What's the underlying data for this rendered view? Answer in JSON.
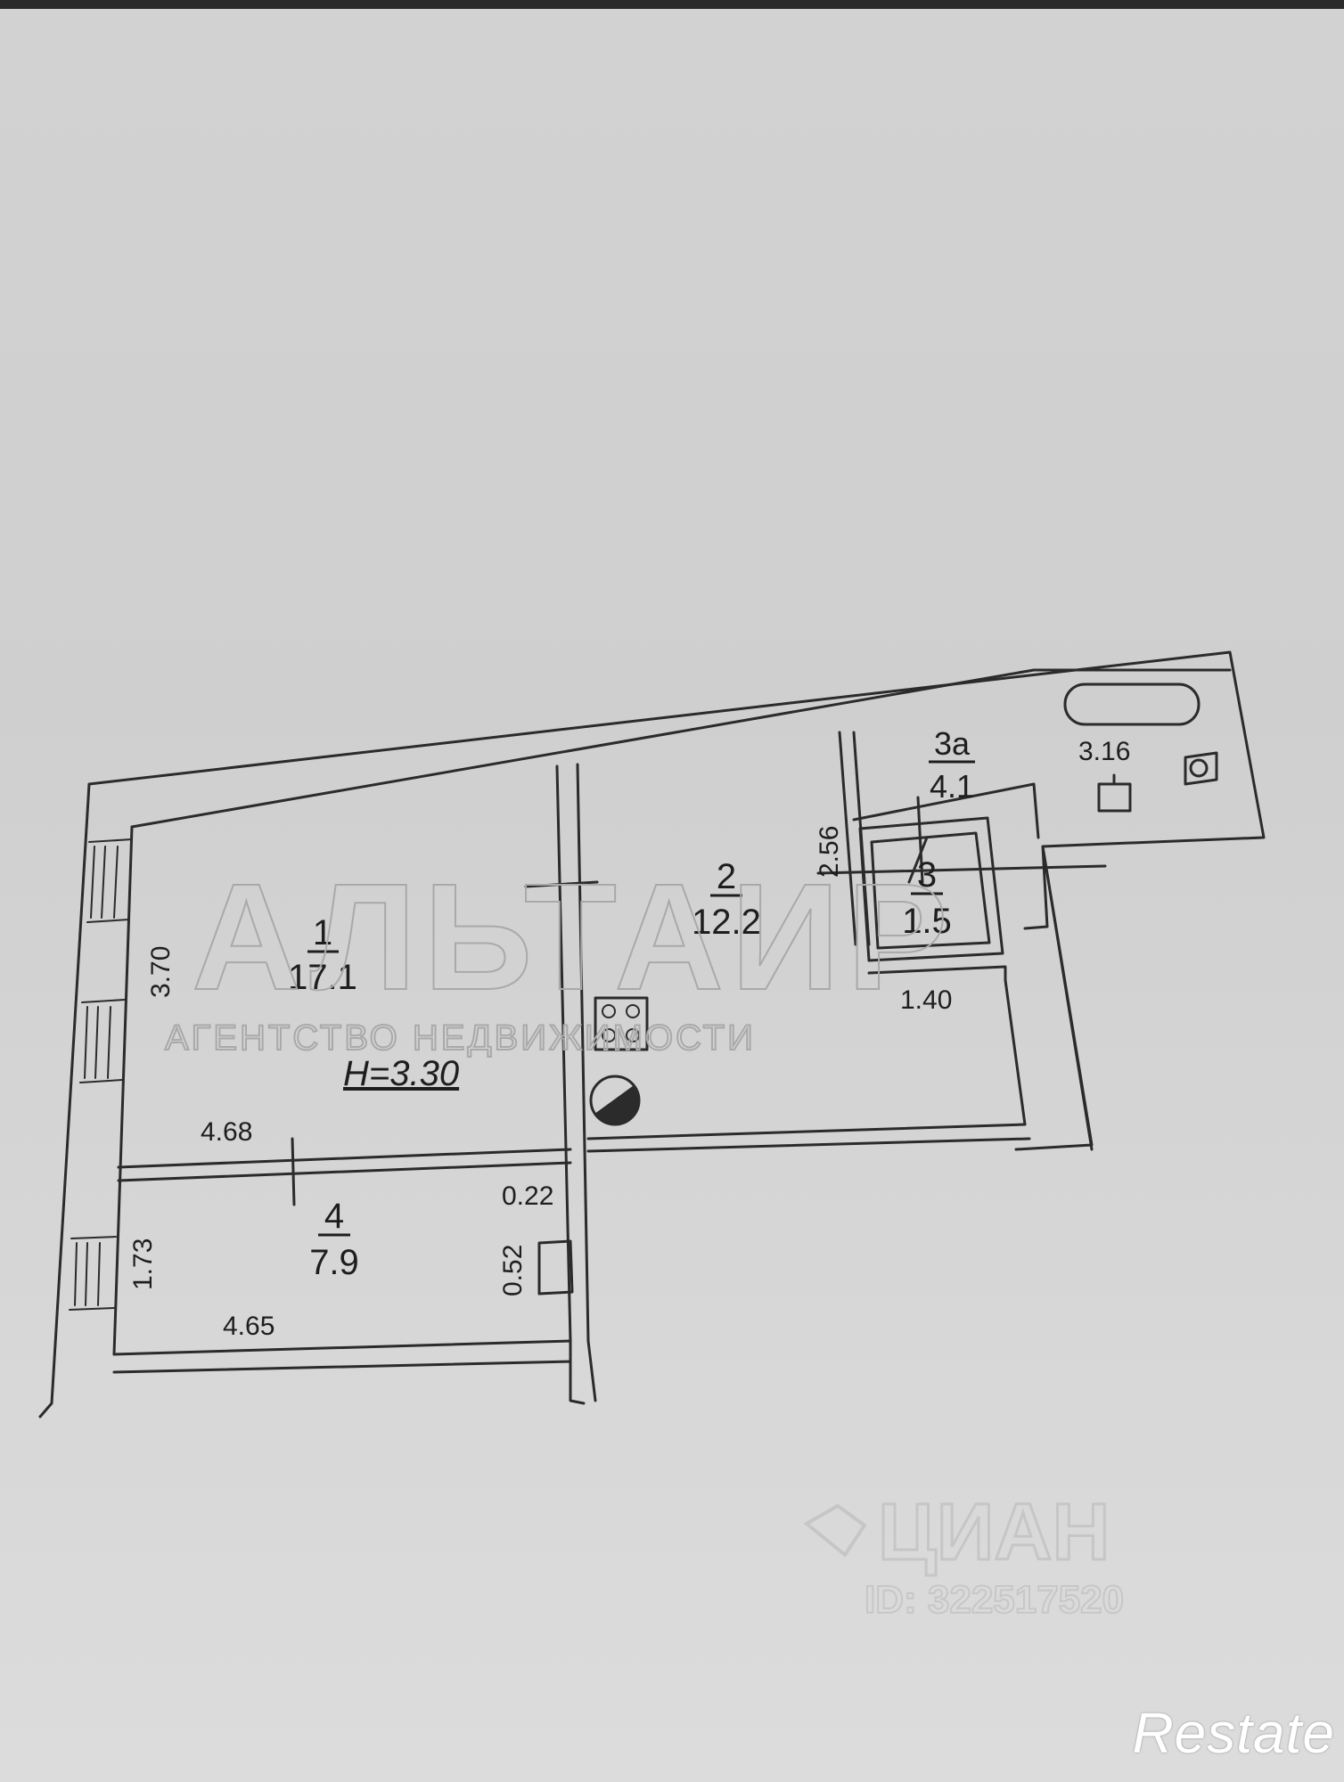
{
  "rooms": {
    "room_1": {
      "number": "1",
      "area": "17.1"
    },
    "room_2": {
      "number": "2",
      "area": "12.2"
    },
    "room_3": {
      "number": "3",
      "area": "1.5"
    },
    "room_3a": {
      "number": "3а",
      "area": "4.1"
    },
    "room_4": {
      "number": "4",
      "area": "7.9"
    }
  },
  "ceiling_height": "H=3.30",
  "dimensions": {
    "d_370": "3.70",
    "d_468": "4.68",
    "d_173": "1.73",
    "d_465": "4.65",
    "d_256": "2.56",
    "d_140": "1.40",
    "d_316": "3.16",
    "d_022": "0.22",
    "d_052": "0.52"
  },
  "watermarks": {
    "agency_logo": "АЛЬТАИР",
    "agency_subtitle": "АГЕНТСТВО НЕДВИЖИМОСТИ",
    "cian_logo": "ЦИАН",
    "cian_id": "ID: 322517520"
  },
  "brand": "Restate"
}
